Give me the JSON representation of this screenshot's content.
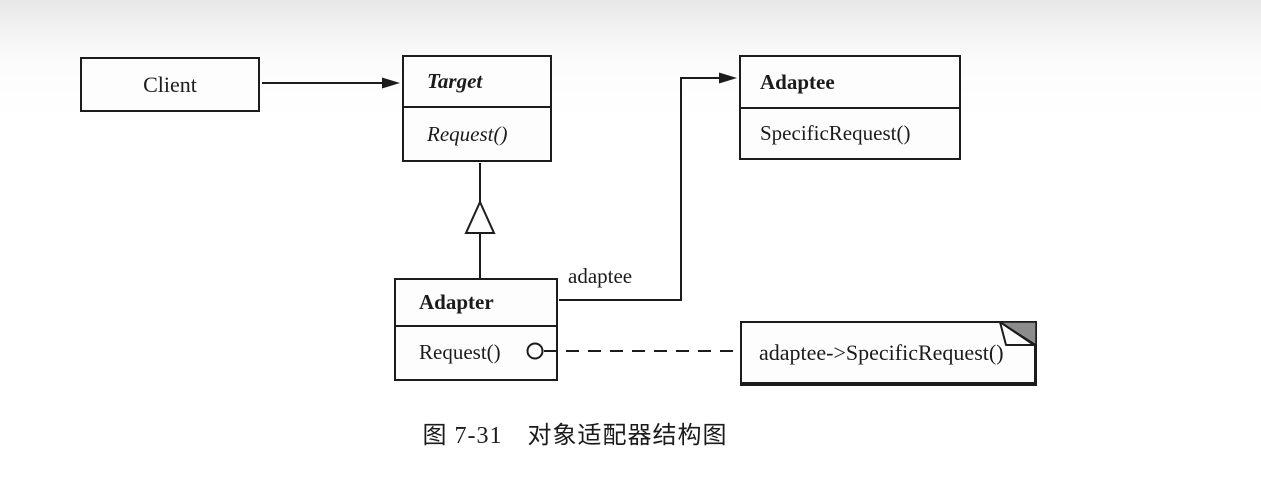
{
  "colors": {
    "line": "#1c1c1c",
    "box_fill": "#fdfdfd",
    "note_fold_gray": "#8c8c8c",
    "background_top": "#e7e7e7",
    "background": "#ffffff"
  },
  "diagram": {
    "type": "uml-class-diagram",
    "pattern": "object-adapter",
    "classes": {
      "client": {
        "name": "Client"
      },
      "target": {
        "name": "Target",
        "method": "Request()",
        "abstract": true
      },
      "adaptee": {
        "name": "Adaptee",
        "method": "SpecificRequest()"
      },
      "adapter": {
        "name": "Adapter",
        "method": "Request()"
      }
    },
    "labels": {
      "association_role": "adaptee",
      "note": "adaptee->SpecificRequest()"
    },
    "relationships": [
      {
        "from": "Client",
        "to": "Target",
        "type": "directed-association"
      },
      {
        "from": "Adapter",
        "to": "Target",
        "type": "generalization"
      },
      {
        "from": "Adapter",
        "to": "Adaptee",
        "type": "directed-association",
        "label": "adaptee"
      },
      {
        "from": "Adapter.Request()",
        "to": "note",
        "type": "dashed-anchor-with-circle"
      }
    ]
  },
  "caption": "图 7-31　对象适配器结构图"
}
